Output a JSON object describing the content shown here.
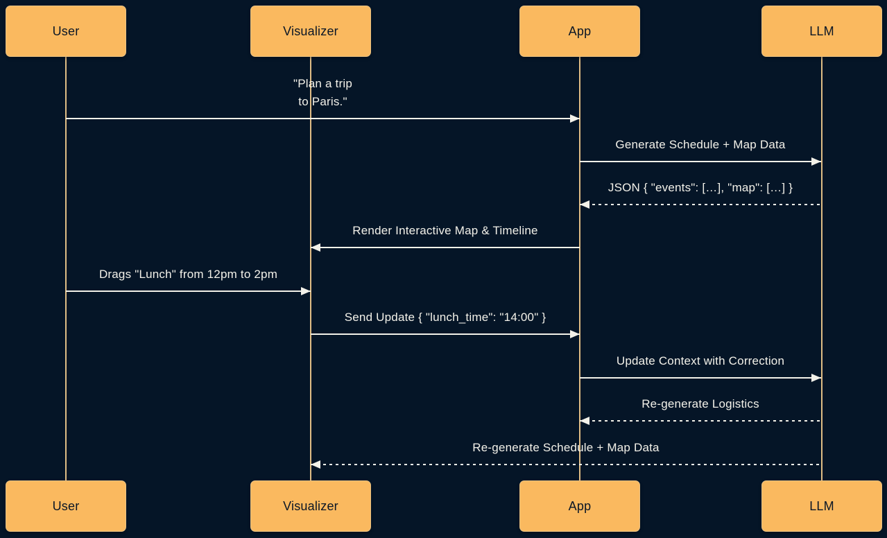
{
  "diagram": {
    "type": "sequence-diagram",
    "colors": {
      "background": "#051527",
      "actor_fill": "#FAB95F",
      "actor_border": "#E8C184",
      "actor_text": "#0A1626",
      "lifeline": "#E0BD85",
      "message": "#F3F1E9"
    },
    "actors": [
      {
        "name": "User"
      },
      {
        "name": "Visualizer"
      },
      {
        "name": "App"
      },
      {
        "name": "LLM"
      }
    ],
    "messages": [
      {
        "from": "User",
        "to": "App",
        "style": "solid",
        "label": "\"Plan a trip\nto Paris.\""
      },
      {
        "from": "App",
        "to": "LLM",
        "style": "solid",
        "label": "Generate Schedule + Map Data"
      },
      {
        "from": "LLM",
        "to": "App",
        "style": "dashed",
        "label": "JSON { \"events\": […], \"map\": […] }"
      },
      {
        "from": "App",
        "to": "Visualizer",
        "style": "solid",
        "label": "Render Interactive Map & Timeline"
      },
      {
        "from": "User",
        "to": "Visualizer",
        "style": "solid",
        "label": "Drags \"Lunch\" from 12pm to 2pm"
      },
      {
        "from": "Visualizer",
        "to": "App",
        "style": "solid",
        "label": "Send Update { \"lunch_time\": \"14:00\" }"
      },
      {
        "from": "App",
        "to": "LLM",
        "style": "solid",
        "label": "Update Context with Correction"
      },
      {
        "from": "LLM",
        "to": "App",
        "style": "dashed",
        "label": "Re-generate Logistics"
      },
      {
        "from": "LLM",
        "to": "Visualizer",
        "style": "dashed",
        "label": "Re-generate Schedule + Map Data"
      }
    ]
  }
}
